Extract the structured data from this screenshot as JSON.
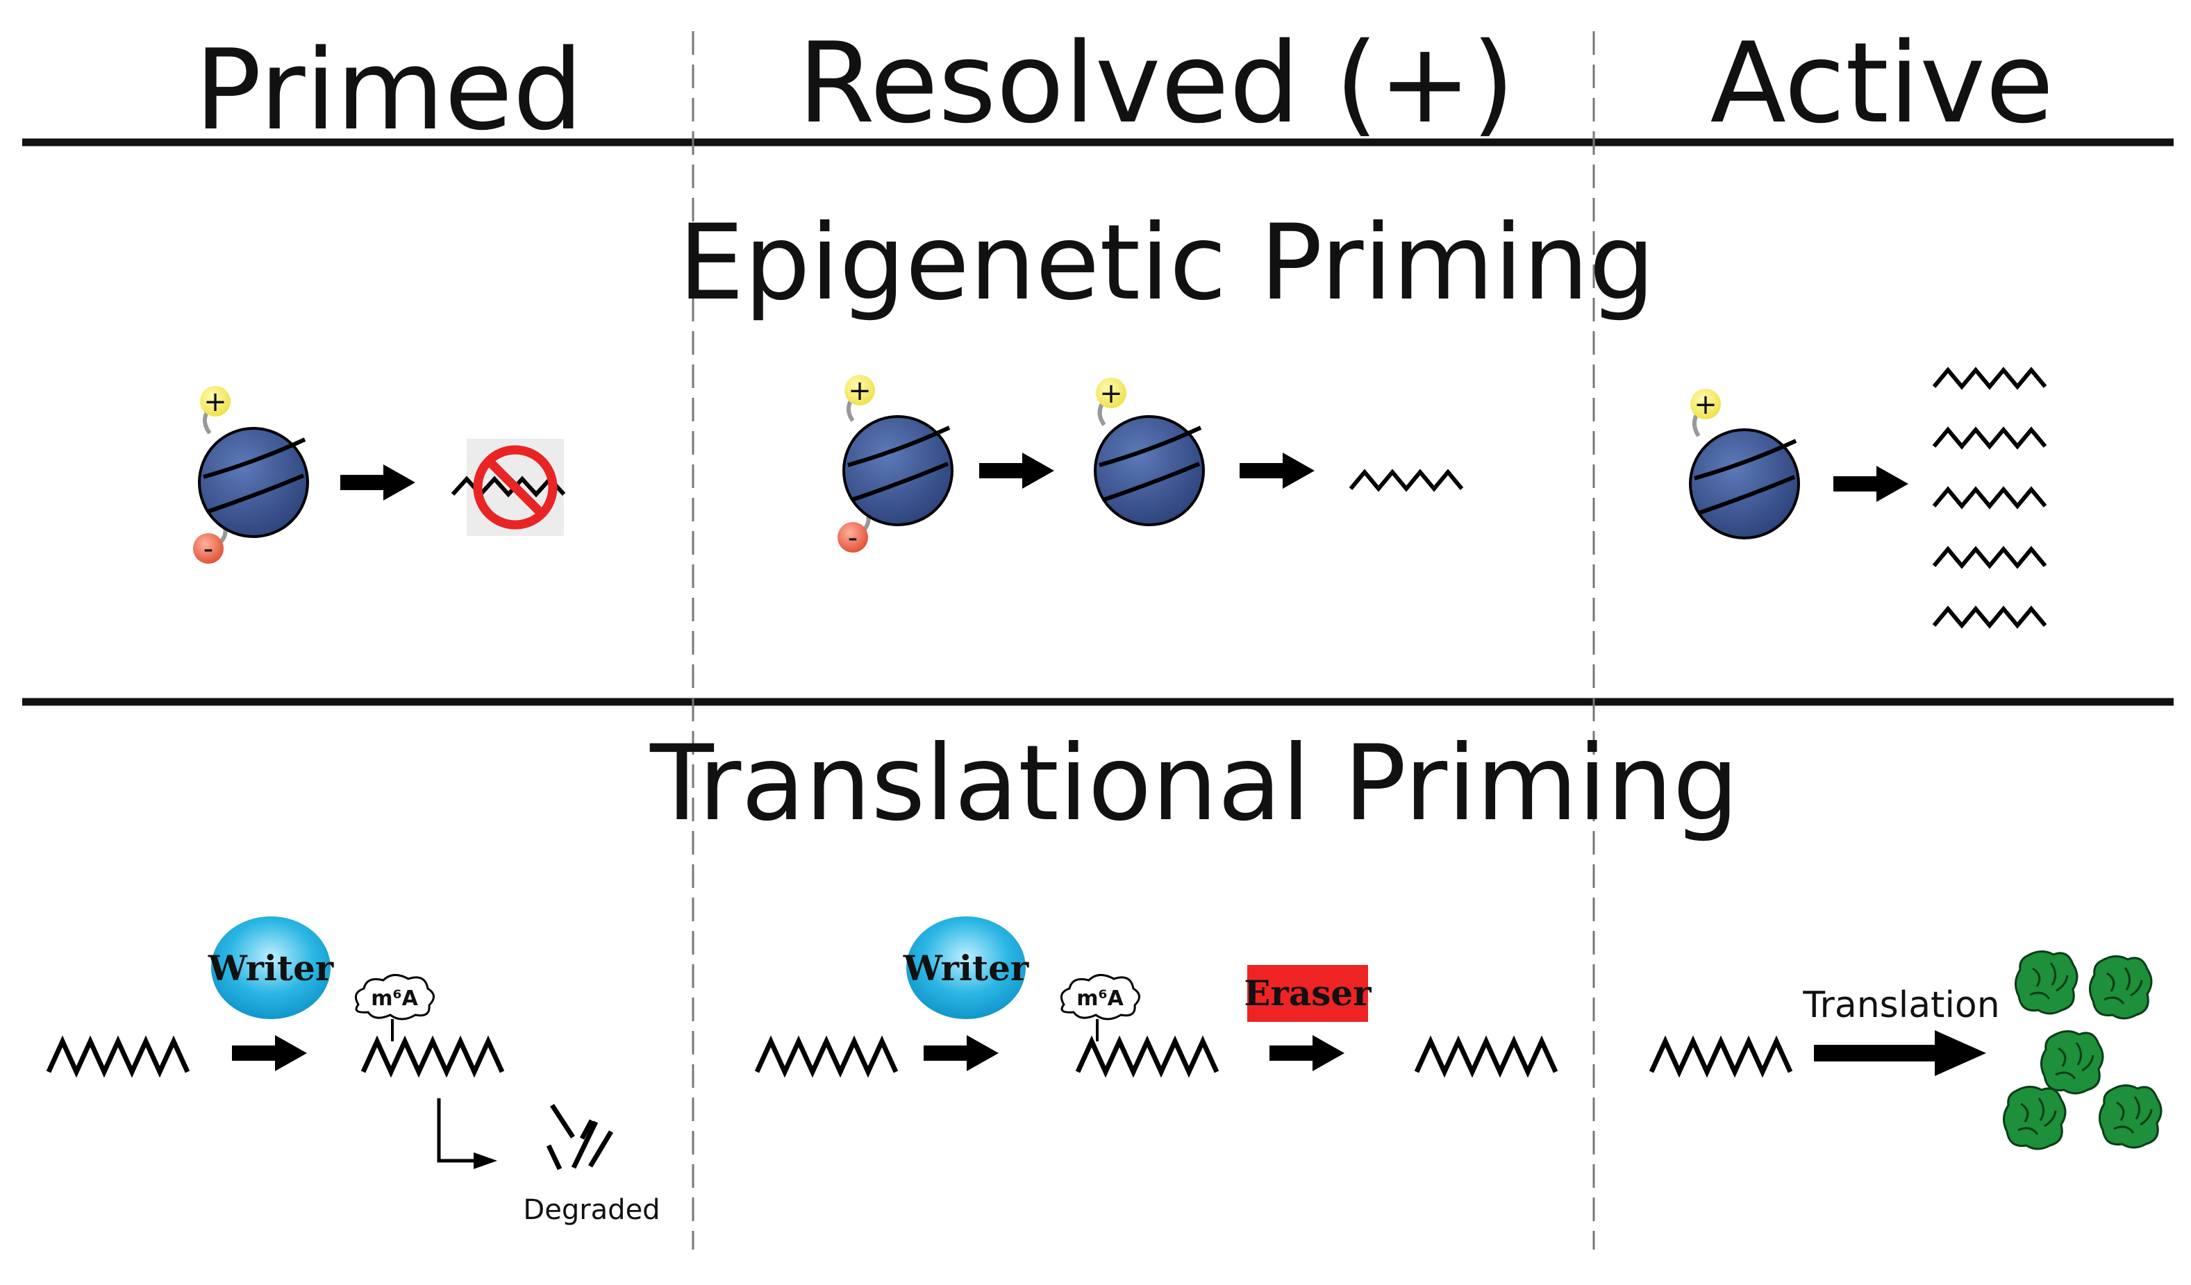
{
  "columns": {
    "primed": "Primed",
    "resolved": "Resolved (+)",
    "active": "Active"
  },
  "sections": {
    "epigenetic": "Epigenetic Priming",
    "translational": "Translational Priming"
  },
  "marks": {
    "plus": "+",
    "minus": "-"
  },
  "labels": {
    "writer": "Writer",
    "eraser": "Eraser",
    "m6a": "m⁶A",
    "degraded": "Degraded",
    "translation": "Translation"
  },
  "colors": {
    "nucleosome": "#3a5596",
    "acetyl": "#f5ef6a",
    "methyl": "#e8563f",
    "writer": "#1fb0e0",
    "eraser": "#ee2424",
    "protein": "#1e8f3a",
    "prohibit": "#e82424"
  }
}
